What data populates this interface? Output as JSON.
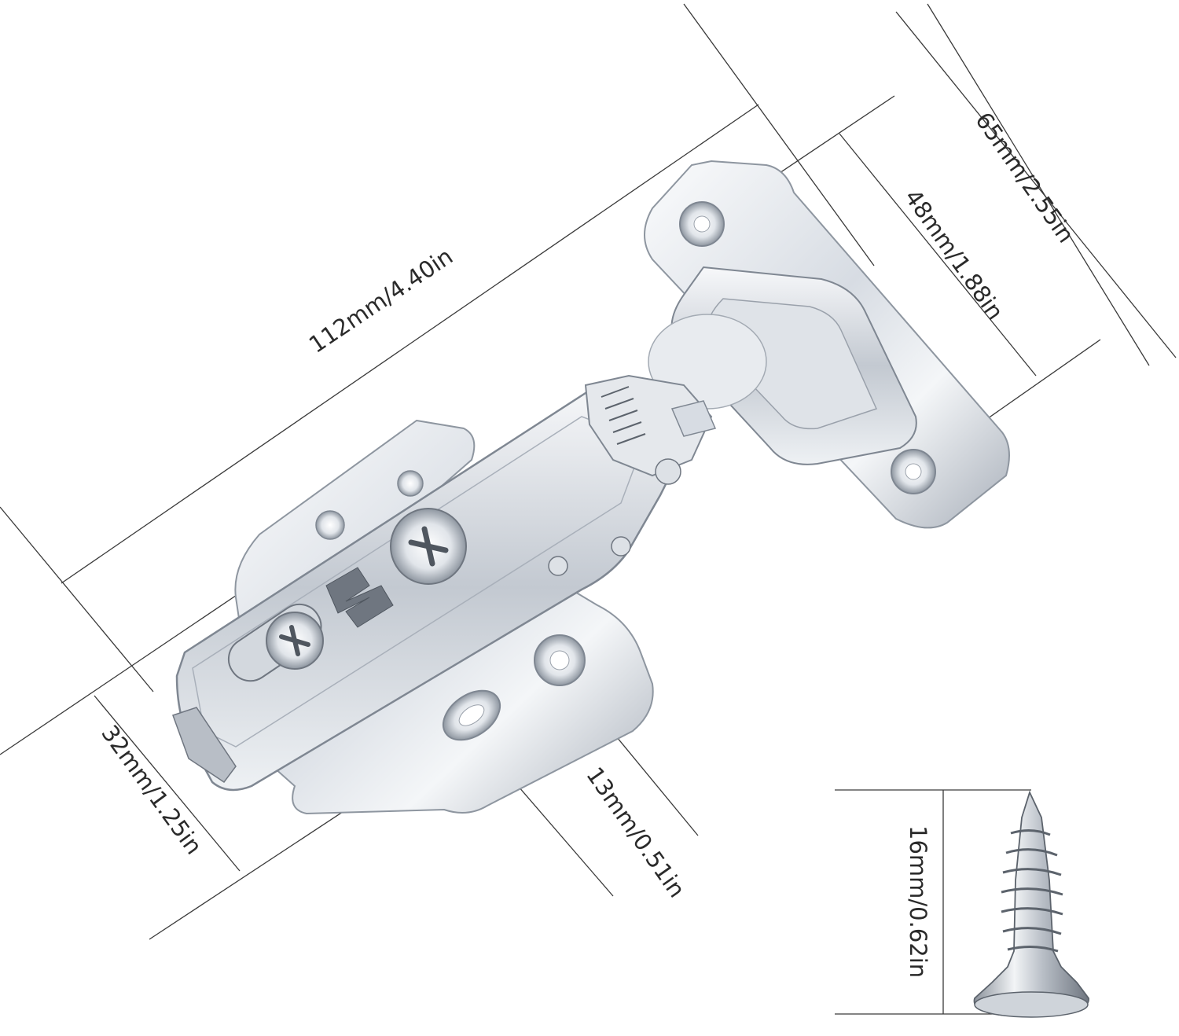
{
  "dimensions": {
    "length_112": "112mm/4.40in",
    "width_65": "65mm/2.55in",
    "cup_48": "48mm/1.88in",
    "plate_32": "32mm/1.25in",
    "hole_13": "13mm/0.51in",
    "screw_16": "16mm/0.62in"
  },
  "colors": {
    "background": "#ffffff",
    "metal_light": "#eef1f5",
    "metal_mid": "#c9ced6",
    "metal_dark": "#7f8792",
    "line": "#3a3a3a"
  }
}
